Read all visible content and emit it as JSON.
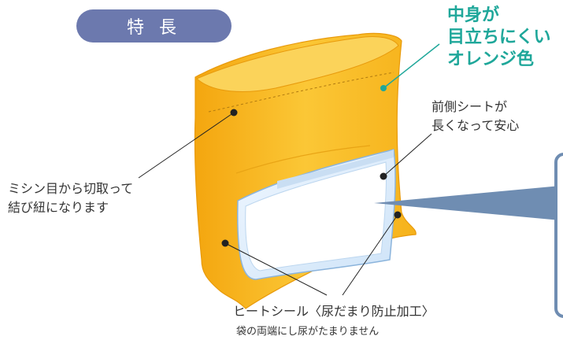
{
  "badge": {
    "label": "特 長"
  },
  "callouts": {
    "orange": "中身が\n目立ちにくい\nオレンジ色",
    "front_sheet": "前側シートが\n長くなって安心",
    "sewing_line": "ミシン目から切取って\n結び紐になります",
    "heat_seal_title": "ヒートシール〈尿だまり防止加工〉",
    "heat_seal_sub": "袋の両端にし尿がたまりません"
  },
  "colors": {
    "badge_bg": "#6c79ae",
    "accent_teal": "#1fa79a",
    "bag_orange": "#f6b21b",
    "bag_light": "#fbd35a",
    "sheet_blue": "#dfeefb",
    "speech_blue": "#6f8db2"
  }
}
